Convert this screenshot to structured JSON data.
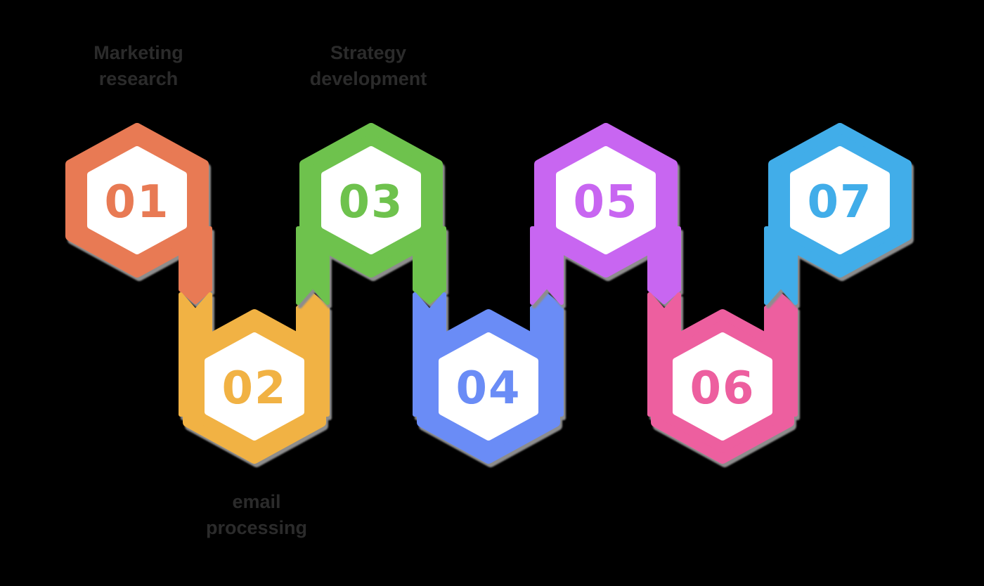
{
  "background_color": "#000000",
  "shadow_color": "#8d8d8d",
  "label_color": "#2b2b2b",
  "steps": [
    {
      "number": "01",
      "color": "#e87a54"
    },
    {
      "number": "02",
      "color": "#f1b244"
    },
    {
      "number": "03",
      "color": "#6ec24d"
    },
    {
      "number": "04",
      "color": "#6a8cf6"
    },
    {
      "number": "05",
      "color": "#c866f1"
    },
    {
      "number": "06",
      "color": "#ed5f9f"
    },
    {
      "number": "07",
      "color": "#41ade9"
    }
  ],
  "step_labels": [
    {
      "for_step": "01",
      "text": "Marketing research"
    },
    {
      "for_step": "02",
      "text": "email processing"
    },
    {
      "for_step": "03",
      "text": "Strategy development"
    }
  ]
}
